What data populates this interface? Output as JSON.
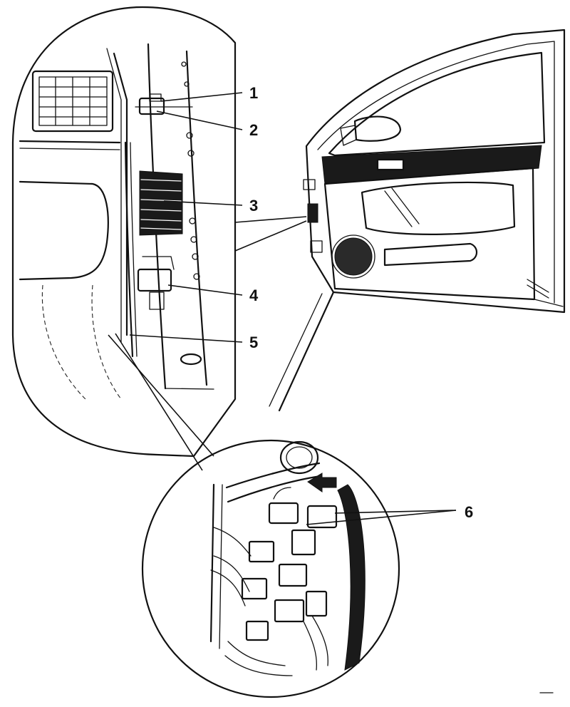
{
  "callouts": [
    {
      "id": "1",
      "label": "1"
    },
    {
      "id": "2",
      "label": "2"
    },
    {
      "id": "3",
      "label": "3"
    },
    {
      "id": "4",
      "label": "4"
    },
    {
      "id": "5",
      "label": "5"
    },
    {
      "id": "6",
      "label": "6"
    }
  ],
  "colors": {
    "ink": "#111111",
    "background": "#ffffff",
    "texture": "#1a1a1a"
  },
  "icons": [
    "arrow-left-icon"
  ]
}
